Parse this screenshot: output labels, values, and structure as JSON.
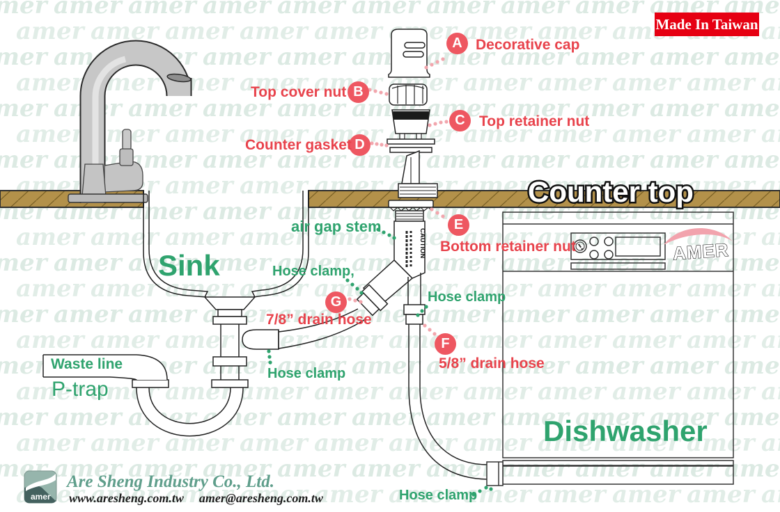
{
  "badge": {
    "label": "Made In Taiwan"
  },
  "watermark": {
    "text": "amer"
  },
  "scene": {
    "counter_top": "Counter top",
    "sink": "Sink",
    "waste_line": "Waste line",
    "p_trap": "P-trap",
    "dishwasher": "Dishwasher",
    "air_gap_stem": "air gap stem",
    "caution": "CAUTION"
  },
  "parts": [
    {
      "letter": "A",
      "name": "Decorative cap"
    },
    {
      "letter": "B",
      "name": "Top cover nut"
    },
    {
      "letter": "C",
      "name": "Top retainer nut"
    },
    {
      "letter": "D",
      "name": "Counter gasket"
    },
    {
      "letter": "E",
      "name": "Bottom retainer nut"
    },
    {
      "letter": "F",
      "name": "5/8” drain hose"
    },
    {
      "letter": "G",
      "name": "7/8” drain hose"
    }
  ],
  "hose_clamps": [
    {
      "label": "Hose clamp,"
    },
    {
      "label": "Hose clamp"
    },
    {
      "label": "Hose clamp"
    },
    {
      "label": "Hose clamp"
    }
  ],
  "brand": {
    "name": "AMER",
    "logo_text": "amer"
  },
  "footer": {
    "company": "Are Sheng Industry Co., Ltd.",
    "website": "www.aresheng.com.tw",
    "email": "amer@aresheng.com.tw"
  },
  "colors": {
    "red_label": "#e8434c",
    "green_label": "#2fa36e",
    "badge_bg": "#e60012",
    "counter": "#b3914a"
  }
}
